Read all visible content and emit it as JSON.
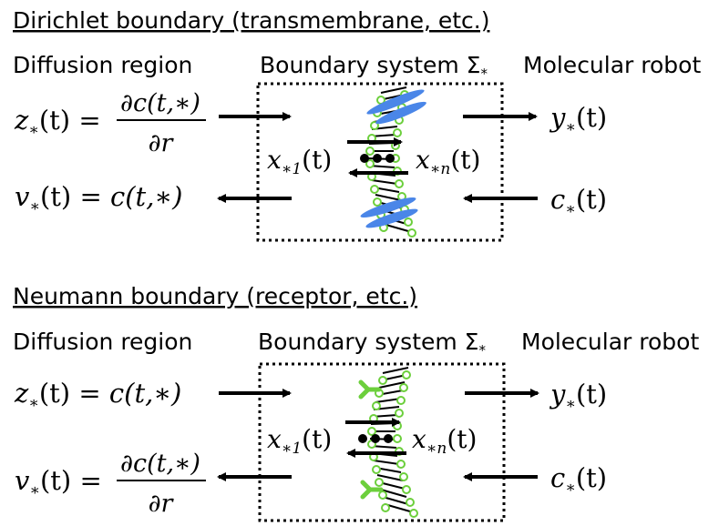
{
  "panels": [
    {
      "id": "dirichlet",
      "title": "Dirichlet boundary (transmembrane, etc.)",
      "region_left": "Diffusion region",
      "region_center": "Boundary system Σ",
      "region_center_sub": "*",
      "region_right": "Molecular robot",
      "eq_top_lhs": "z",
      "eq_top_rhs_num": "∂c(t,∗)",
      "eq_top_rhs_den": "∂r",
      "eq_bottom_lhs": "v",
      "eq_bottom_rhs": "c(t,∗)",
      "out_top": "y",
      "in_bottom": "c",
      "state_first": "x",
      "state_first_sub": "∗1",
      "state_last": "x",
      "state_last_sub": "∗n",
      "membrane_protein": "transmembrane",
      "colors": {
        "protein": "#4a86e8",
        "lipid_head": "#6ccf3c"
      }
    },
    {
      "id": "neumann",
      "title": "Neumann boundary (receptor, etc.)",
      "region_left": "Diffusion region",
      "region_center": "Boundary system Σ",
      "region_center_sub": "*",
      "region_right": "Molecular robot",
      "eq_top_lhs": "z",
      "eq_top_rhs": "c(t,∗)",
      "eq_bottom_lhs": "v",
      "eq_bottom_rhs_num": "∂c(t,∗)",
      "eq_bottom_rhs_den": "∂r",
      "out_top": "y",
      "in_bottom": "c",
      "state_first": "x",
      "state_first_sub": "∗1",
      "state_last": "x",
      "state_last_sub": "∗n",
      "membrane_protein": "receptor",
      "colors": {
        "protein": "#6ccf3c",
        "lipid_head": "#6ccf3c"
      }
    }
  ],
  "common": {
    "star": "∗",
    "t_arg": "(t)",
    "equals": "="
  }
}
